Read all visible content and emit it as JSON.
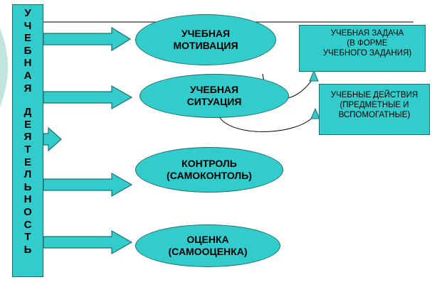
{
  "vertical_bar": {
    "label_lines": [
      "УЧЕБНАЯ",
      "ДЕЯТЕЛЬНОСТЬ"
    ]
  },
  "nodes": [
    {
      "id": "motivation",
      "label": "УЧЕБНАЯ\nМОТИВАЦИЯ"
    },
    {
      "id": "situation",
      "label": "УЧЕБНАЯ\nСИТУАЦИЯ"
    },
    {
      "id": "control",
      "label": "КОНТРОЛЬ\n(САМОКОНТОЛЬ)"
    },
    {
      "id": "assessment",
      "label": "ОЦЕНКА\n(САМООЦЕНКА)"
    }
  ],
  "boxes": [
    {
      "id": "task",
      "label": "УЧЕБНАЯ ЗАДАЧА\n(В ФОРМЕ\nУЧЕБНОГО ЗАДАНИЯ)"
    },
    {
      "id": "actions",
      "label": "УЧЕБНЫЕ ДЕЙСТВИЯ\n(ПРЕДМЕТНЫЕ И\nВСПОМОГАТНЫЕ)"
    }
  ],
  "colors": {
    "fill": "#33cccc",
    "stroke": "#1a6f6f",
    "arc": "#a8d8d0",
    "text": "#000000"
  }
}
